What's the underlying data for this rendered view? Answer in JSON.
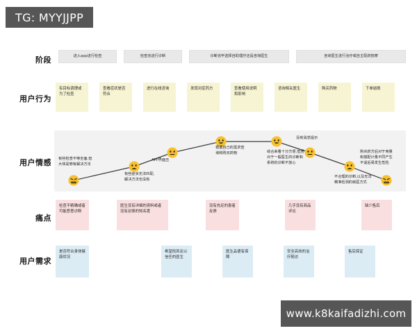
{
  "watermarks": {
    "top": "TG: MYYJJPP",
    "bottom": "www.k8kaifadizhi.com"
  },
  "rows": {
    "stage_label": "阶段",
    "behavior_label": "用户行为",
    "emotion_label": "用户情感",
    "pain_label": "痛点",
    "needs_label": "用户需求"
  },
  "stages": [
    {
      "text": "进入app进行检查"
    },
    {
      "text": "检查完进行诊断"
    },
    {
      "text": "诊断完毕选择自助理疗还是咨询医生"
    },
    {
      "text": "咨询医生进行治疗或自主配药按摩"
    }
  ],
  "behaviors": [
    {
      "text": "有目标调理或为了检查"
    },
    {
      "text": "查看症状是否符合"
    },
    {
      "text": "进行在线咨询"
    },
    {
      "text": "发现对症药方"
    },
    {
      "text": "查看使用说明和影响"
    },
    {
      "text": "咨询相关医生"
    },
    {
      "text": "购买药物"
    },
    {
      "text": "下单结账"
    }
  ],
  "emotions": {
    "points": [
      {
        "mood": "very-sad",
        "caption": "有些检查不够全面,但\n大体是够有解决方法"
      },
      {
        "mood": "sad",
        "caption": "有些症状无法匹配,\n解决方法也没有"
      },
      {
        "mood": "neutral",
        "caption": "APP界面丑"
      },
      {
        "mood": "happy",
        "caption": "根据自己的需求查\n询和购买药物"
      },
      {
        "mood": "happy",
        "caption": "综合来看十分方便,但居\n对于一般医生的诊断和\n系统的诊断不放心"
      },
      {
        "mood": "neutral",
        "caption": "没有消息提示"
      },
      {
        "mood": "sad",
        "caption": "不合理的诊断,以及无法\n精准检测的就医方式"
      },
      {
        "mood": "very-sad",
        "caption": "购买药方后对于用量\n和搭配计量不同产生\n不适后易发生危险"
      }
    ]
  },
  "pains": [
    {
      "text": "检查不精确或者可能恶意诊断"
    },
    {
      "text": "医生没有详细的资料或者没有足够的知名度"
    },
    {
      "text": "没有充足的患者反馈"
    },
    {
      "text": "几乎没有商品评论"
    },
    {
      "text": "缺少售后"
    }
  ],
  "needs": [
    {
      "text": "是否符合身体健康状况"
    },
    {
      "text": "希望找到足以信任的医生"
    },
    {
      "text": "医生品德有保障"
    },
    {
      "text": "安全高效的治疗随访"
    },
    {
      "text": "售后保证"
    }
  ],
  "colors": {
    "note_yellow": "#f7f4d3",
    "note_pink": "#fadfe0",
    "note_blue": "#dcecf5",
    "stage_grey": "#e9e9e9",
    "emotion_band": "#f2f2f2",
    "face_yellow": "#f7c02e",
    "watermark_grey": "#565656"
  }
}
